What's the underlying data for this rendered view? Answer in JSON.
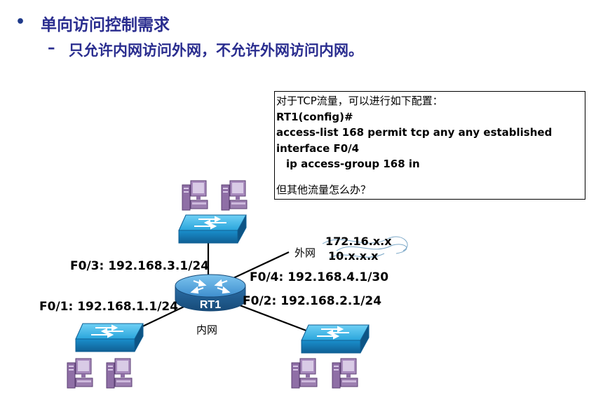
{
  "slide": {
    "bullet_symbol": "•",
    "title": "单向访问控制需求",
    "sub_dash": "–",
    "subtitle": "只允许内网访问外网，不允许外网访问内网。"
  },
  "config_box": {
    "line1": "对于TCP流量，可以进行如下配置：",
    "line2": "RT1(config)#",
    "line3": "access-list 168 permit  tcp  any  any  established",
    "line4": "interface F0/4",
    "line5": "ip access-group  168  in",
    "line6": "但其他流量怎么办？"
  },
  "diagram": {
    "router_label": "RT1",
    "inner_label": "内网",
    "outer_label": "外网",
    "outer_net_1": "172.16.x.x",
    "outer_net_2": "10.x.x.x",
    "iface_f03": "F0/3: 192.168.3.1/24",
    "iface_f04": "F0/4: 192.168.4.1/30",
    "iface_f01": "F0/1: 192.168.1.1/24",
    "iface_f02": "F0/2: 192.168.2.1/24"
  },
  "colors": {
    "title_text": "#2a2d8f",
    "switch_blue": "#1a9ad6",
    "router_blue": "#2f7fbf",
    "pc_purple": "#9c7fb0"
  }
}
